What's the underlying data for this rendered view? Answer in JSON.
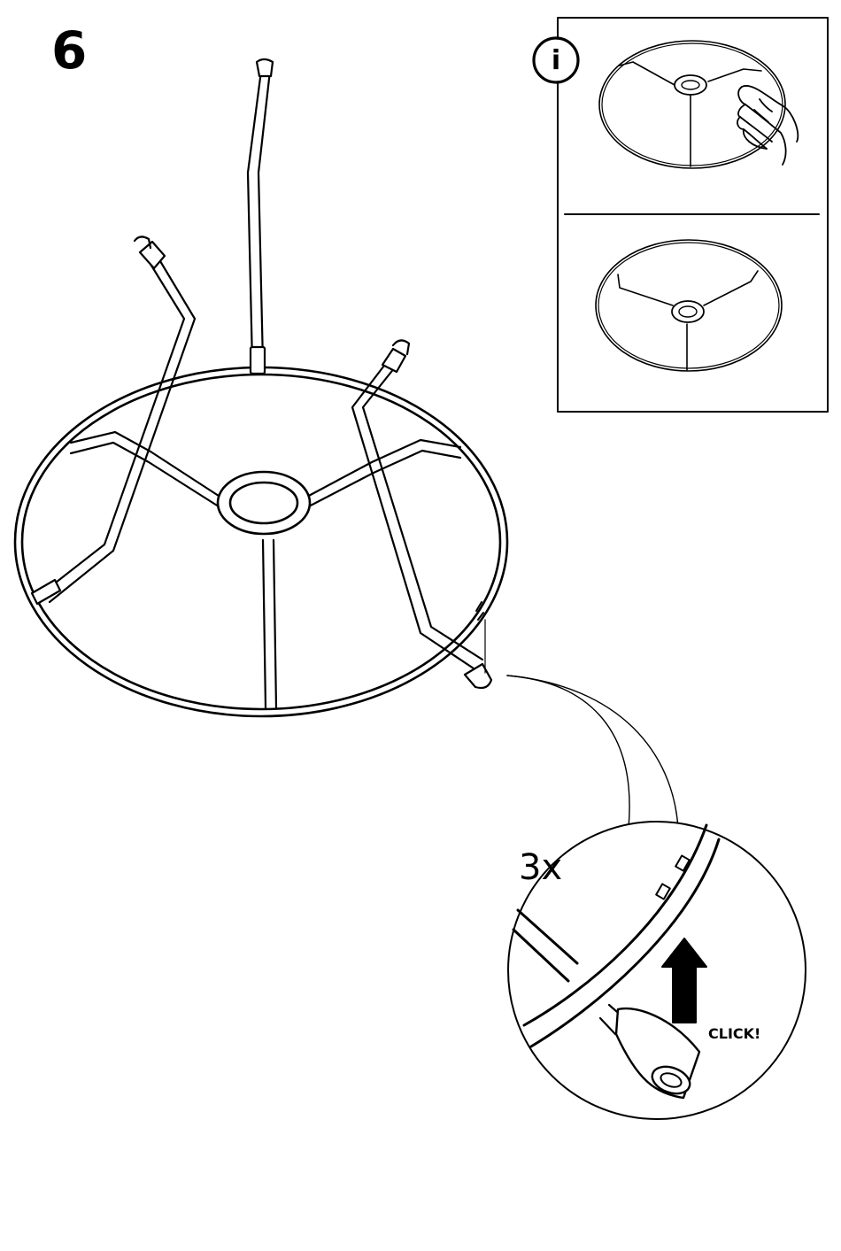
{
  "step": {
    "number": "6"
  },
  "info": {
    "symbol": "i",
    "icon": "info-icon"
  },
  "detail": {
    "count_label": "3x",
    "action_label": "CLICK!"
  },
  "icons": {
    "frame": "lampshade-frame-icon",
    "hand": "hand-pressing-icon",
    "arrow": "arrow-up-icon"
  },
  "colors": {
    "ink": "#000000",
    "paper": "#ffffff"
  }
}
